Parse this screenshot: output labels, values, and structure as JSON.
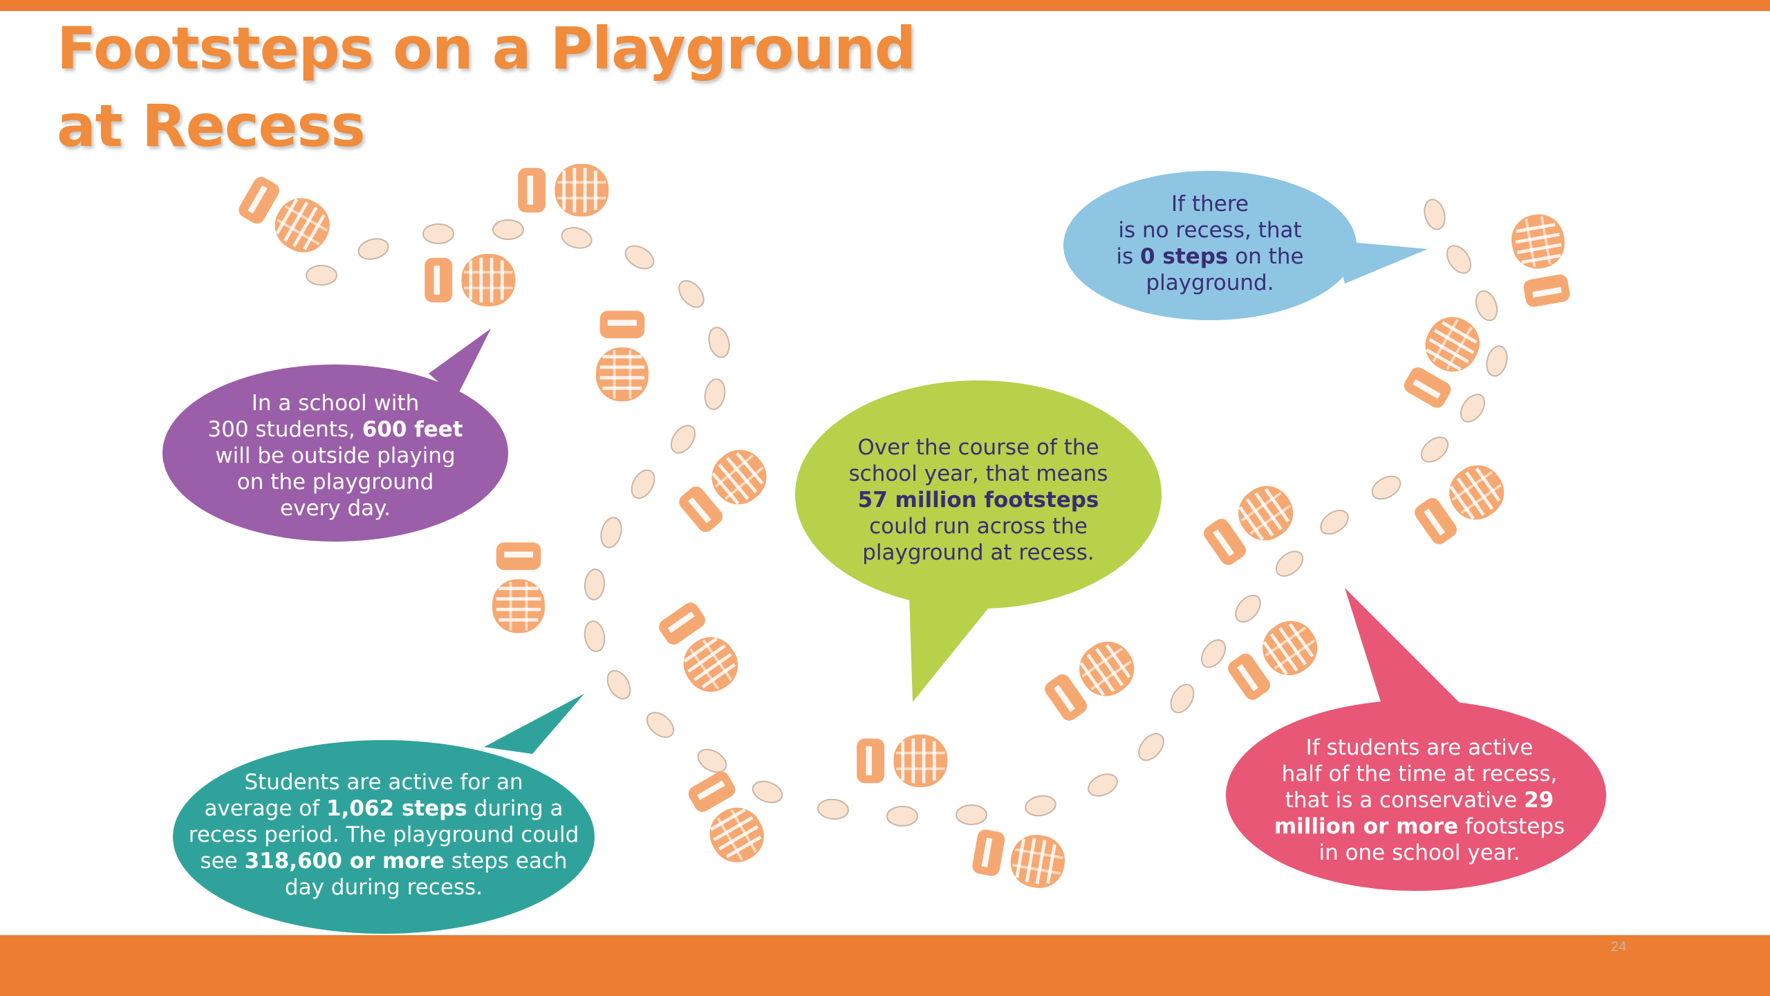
{
  "slide": {
    "title_line1": "Footsteps on a Playground",
    "title_line2": "at Recess",
    "page_number": "24",
    "colors": {
      "accent_orange": "#ED7D31",
      "title_orange": "#F08C3C",
      "footprint": "#F6A872",
      "footprint_outline": "#C9B6A6",
      "bubble_purple": "#9B5EA9",
      "bubble_teal": "#2FA39B",
      "bubble_green": "#B7D14A",
      "bubble_pink": "#E85775",
      "bubble_blue": "#8EC5E3",
      "dark_text": "#3A2D73"
    }
  },
  "bubbles": {
    "purple": {
      "l1": "In a school with",
      "l2a": "300 students, ",
      "l2b": "600 feet",
      "l3": "will be outside playing",
      "l4": "on the playground",
      "l5": "every day."
    },
    "teal": {
      "l1": "Students are active for an",
      "l2a": "average of ",
      "l2b": "1,062 steps",
      "l2c": " during a",
      "l3": "recess period. The playground could",
      "l4a": "see ",
      "l4b": "318,600 or more",
      "l4c": " steps each",
      "l5": "day during recess."
    },
    "green": {
      "l1": "Over the course of the",
      "l2": "school year, that means",
      "l3": "57 million footsteps",
      "l4": "could run across the",
      "l5": "playground at recess."
    },
    "blue": {
      "l1": "If there",
      "l2": "is no recess, that",
      "l3a": "is ",
      "l3b": "0 steps",
      "l3c": " on the",
      "l4": "playground."
    },
    "pink": {
      "l1": "If students are active",
      "l2": "half of the time at recess,",
      "l3a": "that is a conservative ",
      "l3b": "29",
      "l4a": "million or more",
      "l4b": " footsteps",
      "l5": "in one school year."
    }
  }
}
